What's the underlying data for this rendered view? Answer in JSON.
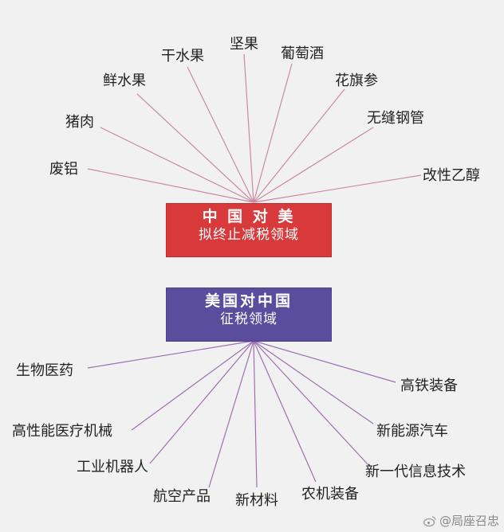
{
  "china_box": {
    "line1": "中 国 对 美",
    "line2": "拟终止减税领域",
    "color": "#d8393a"
  },
  "us_box": {
    "line1": "美国对中国",
    "line2": "征税领域",
    "color": "#5a4d9e"
  },
  "china_items": [
    "废铝",
    "猪肉",
    "鲜水果",
    "干水果",
    "坚果",
    "葡萄酒",
    "花旗参",
    "无缝钢管",
    "改性乙醇"
  ],
  "us_items": [
    "生物医药",
    "高性能医疗机械",
    "工业机器人",
    "航空产品",
    "新材料",
    "农机装备",
    "新一代信息技术",
    "新能源汽车",
    "高铁装备"
  ],
  "watermark": "@局座召忠",
  "colors": {
    "china_lines": "#c98aa0",
    "us_lines": "#9d6fb0"
  }
}
